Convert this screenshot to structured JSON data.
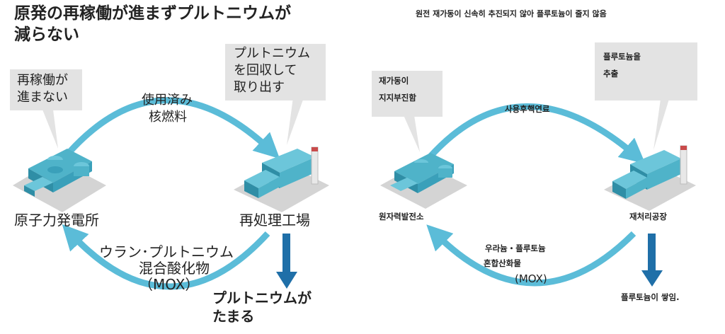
{
  "left": {
    "title_line1": "原発の再稼働が進まずプルトニウムが",
    "title_line2": "減らない",
    "bubble_left_line1": "再稼働が",
    "bubble_left_line2": "進まない",
    "bubble_right_line1": "プルトニウム",
    "bubble_right_line2": "を回収して",
    "bubble_right_line3": "取り出す",
    "arrow_top_line1": "使用済み",
    "arrow_top_line2": "核燃料",
    "plant_label": "原子力発電所",
    "reprocessing_label": "再処理工場",
    "arrow_bottom_line1": "ウラン･プルトニウム",
    "arrow_bottom_line2": "混合酸化物",
    "arrow_bottom_line3": "（MOX）",
    "accumulate_line1": "プルトニウムが",
    "accumulate_line2": "たまる"
  },
  "right": {
    "title": "원전 재가동이 신속히 추진되지 않아 플루토늄이 줄지 않음",
    "bubble_left_line1": "재가동이",
    "bubble_left_line2": "지지부진함",
    "bubble_right_line1": "플루토늄을",
    "bubble_right_line2": "추출",
    "arrow_top": "사용후핵연료",
    "plant_label": "원자력발전소",
    "reprocessing_label": "재처리공장",
    "arrow_bottom_line1": "우라늄・플루토늄",
    "arrow_bottom_line2": "혼합산화물",
    "arrow_bottom_line3": "(MOX)",
    "accumulate": "플루토늄이 쌓임."
  },
  "colors": {
    "arrow": "#5bbcd8",
    "accumulate_arrow": "#1f6fa8",
    "bubble": "#e3e3e3",
    "building": "#4fb3c9"
  },
  "icons": [
    "nuclear-plant-icon",
    "reprocessing-plant-icon"
  ]
}
